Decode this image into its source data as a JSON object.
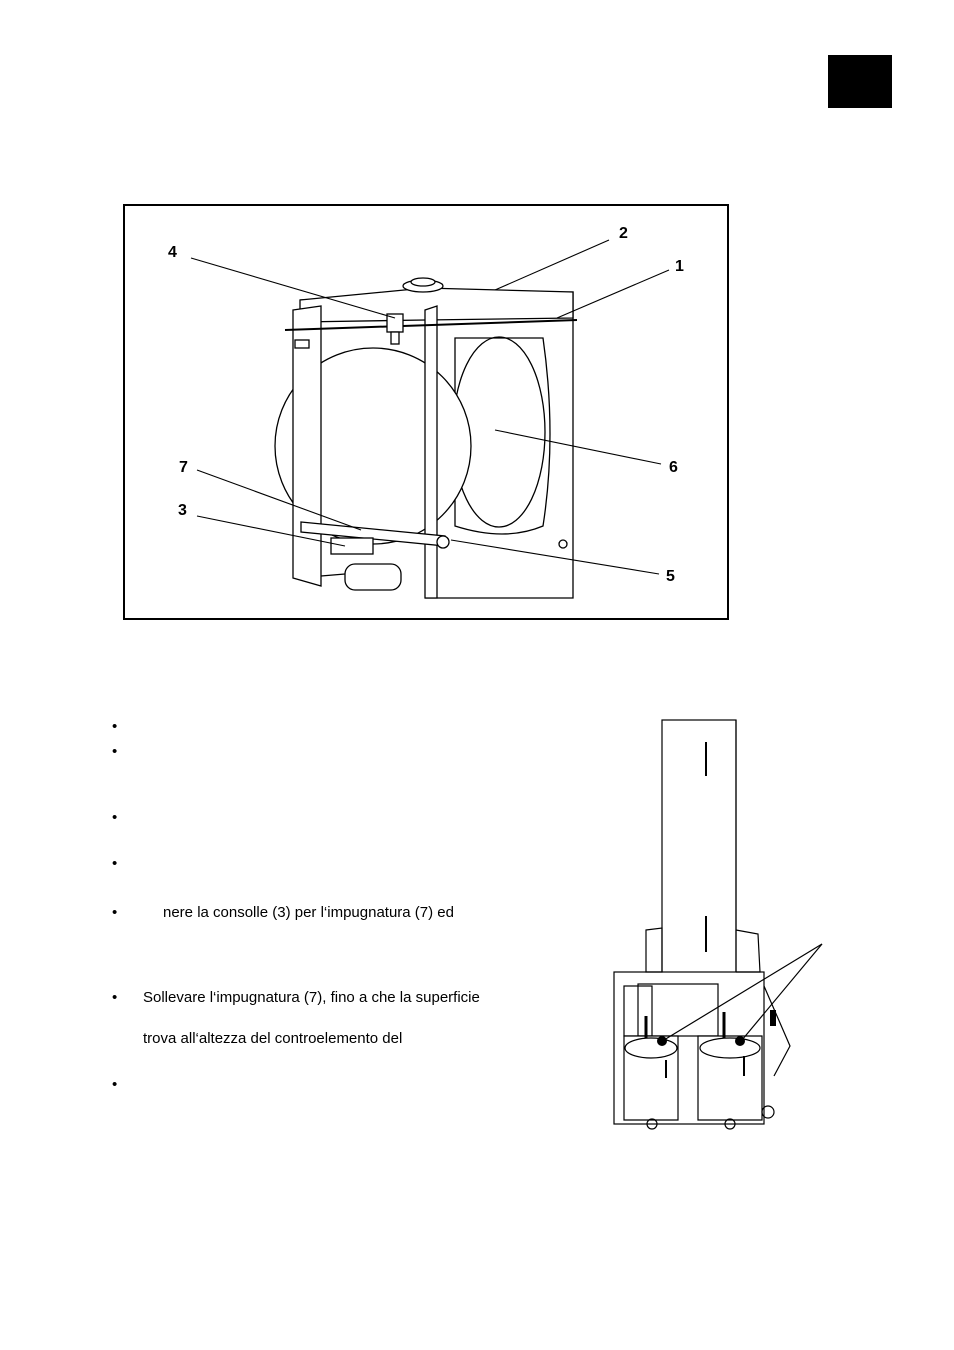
{
  "callouts": [
    "1",
    "2",
    "3",
    "4",
    "5",
    "6",
    "7"
  ],
  "bullets": [
    {
      "text": ""
    },
    {
      "text": ""
    },
    {
      "text": ""
    },
    {
      "text": ""
    },
    {
      "text": "nere la consolle (3) per l‘impugnatura (7) ed"
    },
    {
      "text": "Sollevare l‘impugnatura (7), fino a che la superficie"
    },
    {
      "text": ""
    }
  ],
  "continuation": "trova all‘altezza del controelemento del",
  "bullet_glyph": "•"
}
